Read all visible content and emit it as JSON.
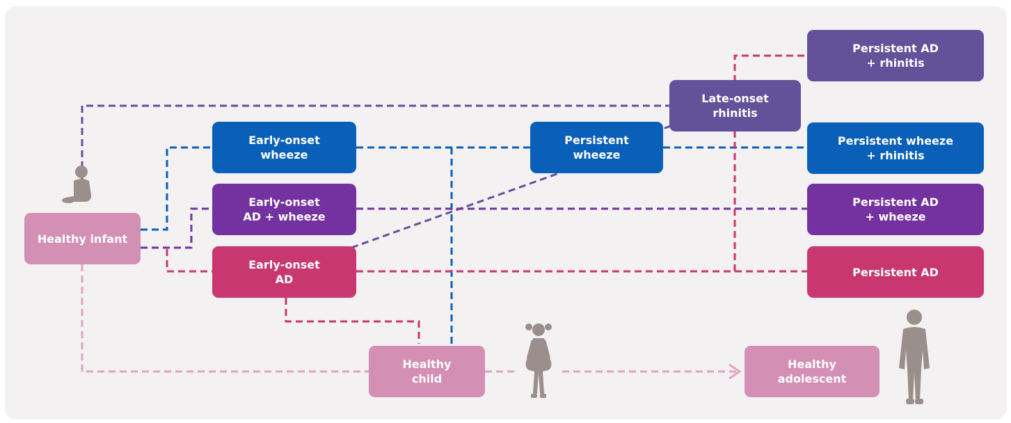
{
  "colors": {
    "background": "#f3f1f2",
    "healthy": "#d48fb5",
    "wheeze": "#0a60b8",
    "ad_wheeze": "#7332a0",
    "ad": "#c8376f",
    "rhinitis": "#63519a",
    "figure": "#9b8f8e"
  },
  "nodes": {
    "healthy_infant": "Healthy infant",
    "early_onset_wheeze": "Early-onset\nwheeze",
    "early_onset_ad_wheeze": "Early-onset\nAD + wheeze",
    "early_onset_ad": "Early-onset\nAD",
    "persistent_wheeze": "Persistent\nwheeze",
    "late_onset_rhinitis": "Late-onset\nrhinitis",
    "persistent_ad_rhinitis": "Persistent AD\n+ rhinitis",
    "persistent_wheeze_rhinitis": "Persistent wheeze\n+ rhinitis",
    "persistent_ad_wheeze": "Persistent AD\n+ wheeze",
    "persistent_ad": "Persistent AD",
    "healthy_child": "Healthy\nchild",
    "healthy_adolescent": "Healthy\nadolescent"
  },
  "figures": [
    "infant-icon",
    "child-icon",
    "adolescent-icon"
  ]
}
